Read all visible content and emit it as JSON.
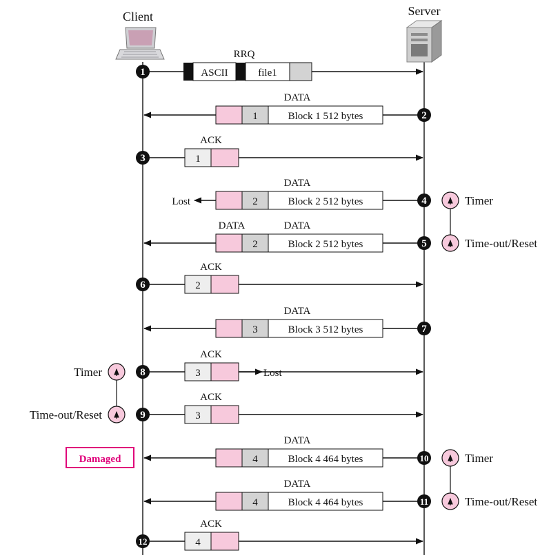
{
  "participants": {
    "client": "Client",
    "server": "Server"
  },
  "colors": {
    "pink": "#f7c9dc",
    "gray": "#d3d3d3",
    "light": "#eeeeee",
    "damaged": "#e0007a"
  },
  "messages": [
    {
      "step": "1",
      "dir": "right",
      "title": "RRQ",
      "kind": "rrq",
      "fields": [
        "ASCII",
        "file1"
      ]
    },
    {
      "step": "2",
      "dir": "left",
      "title": "DATA",
      "kind": "data",
      "block": "1",
      "text": "Block 1  512 bytes"
    },
    {
      "step": "3",
      "dir": "right",
      "title": "ACK",
      "kind": "ack",
      "block": "1"
    },
    {
      "step": "4",
      "dir": "left",
      "title": "DATA",
      "kind": "data",
      "block": "2",
      "text": "Block 2  512 bytes",
      "lost": "Lost"
    },
    {
      "step": "5",
      "dir": "left",
      "title": "DATA",
      "kind": "data",
      "block": "2",
      "text": "Block 2  512 bytes",
      "extra_title": "DATA"
    },
    {
      "step": "6",
      "dir": "right",
      "title": "ACK",
      "kind": "ack",
      "block": "2"
    },
    {
      "step": "7",
      "dir": "left",
      "title": "DATA",
      "kind": "data",
      "block": "3",
      "text": "Block 3  512 bytes"
    },
    {
      "step": "8",
      "dir": "right",
      "title": "ACK",
      "kind": "ack",
      "block": "3",
      "lost": "Lost"
    },
    {
      "step": "9",
      "dir": "right",
      "title": "ACK",
      "kind": "ack",
      "block": "3"
    },
    {
      "step": "10",
      "dir": "left",
      "title": "DATA",
      "kind": "data",
      "block": "4",
      "text": "Block 4  464 bytes",
      "damaged": "Damaged"
    },
    {
      "step": "11",
      "dir": "left",
      "title": "DATA",
      "kind": "data",
      "block": "4",
      "text": "Block 4  464 bytes"
    },
    {
      "step": "12",
      "dir": "right",
      "title": "ACK",
      "kind": "ack",
      "block": "4"
    }
  ],
  "timers": [
    {
      "side": "server",
      "start_step": "4",
      "end_step": "5",
      "start_label": "Timer",
      "end_label": "Time-out/Reset"
    },
    {
      "side": "client",
      "start_step": "8",
      "end_step": "9",
      "start_label": "Timer",
      "end_label": "Time-out/Reset"
    },
    {
      "side": "server",
      "start_step": "10",
      "end_step": "11",
      "start_label": "Timer",
      "end_label": "Time-out/Reset"
    }
  ]
}
